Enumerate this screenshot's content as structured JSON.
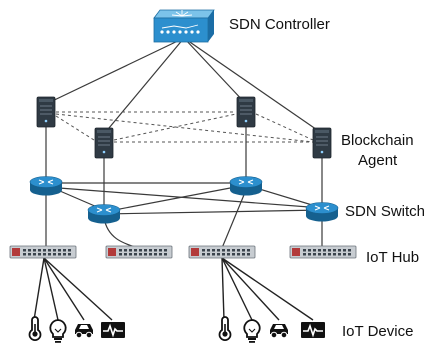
{
  "labels": {
    "controller": "SDN Controller",
    "blockchain_line1": "Blockchain",
    "blockchain_line2": "Agent",
    "switch": "SDN Switch",
    "hub": "IoT Hub",
    "device": "IoT Device"
  },
  "icons": {
    "controller": "sdn-controller-icon",
    "agent": "server-tower-icon",
    "switch": "router-icon",
    "hub": "network-hub-icon",
    "devices": [
      "thermometer-icon",
      "lightbulb-icon",
      "car-icon",
      "heartbeat-monitor-icon"
    ]
  },
  "colors": {
    "controller_fill": "#2c8fce",
    "switch_fill": "#1f79b6",
    "hub_fill": "#c7ccd1",
    "agent_fill": "#2f3a44",
    "line": "#3a3a3a"
  }
}
